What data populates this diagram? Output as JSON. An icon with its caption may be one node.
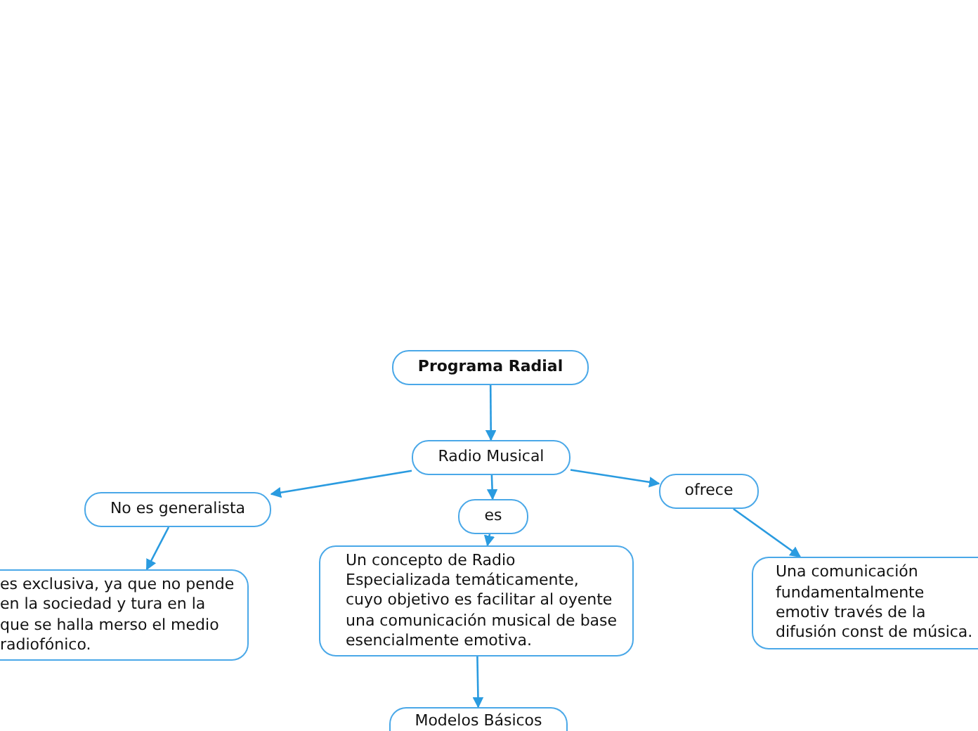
{
  "diagram": {
    "nodes": [
      {
        "text": [
          "Programa Radial"
        ]
      },
      {
        "text": [
          "Radio Musical"
        ]
      },
      {
        "text": [
          "No es generalista"
        ]
      },
      {
        "text": [
          "es"
        ]
      },
      {
        "text": [
          "ofrece"
        ]
      },
      {
        "text": [
          "es exclusiva, ya que no pende en la sociedad y tura en la que se halla merso el medio radiofónico."
        ]
      },
      {
        "text": [
          "Un concepto de Radio Especializada temáticamente, cuyo objetivo es facilitar al oyente una comunicación musical de base esencialmente emotiva."
        ]
      },
      {
        "text": [
          "Una comunicación fundamentalmente emotiv través de la difusión const de música."
        ]
      },
      {
        "text": [
          "Modelos Básicos"
        ]
      }
    ],
    "edges": [
      {
        "from": 0,
        "to": 1,
        "arrow": "to"
      },
      {
        "from": 1,
        "to": 2,
        "arrow": "to"
      },
      {
        "from": 1,
        "to": 3,
        "arrow": "to"
      },
      {
        "from": 1,
        "to": 4,
        "arrow": "to"
      },
      {
        "from": 2,
        "to": 5,
        "arrow": "to"
      },
      {
        "from": 3,
        "to": 6,
        "arrow": "to"
      },
      {
        "from": 4,
        "to": 7,
        "arrow": "to"
      },
      {
        "from": 6,
        "to": 8,
        "arrow": "to"
      }
    ]
  }
}
